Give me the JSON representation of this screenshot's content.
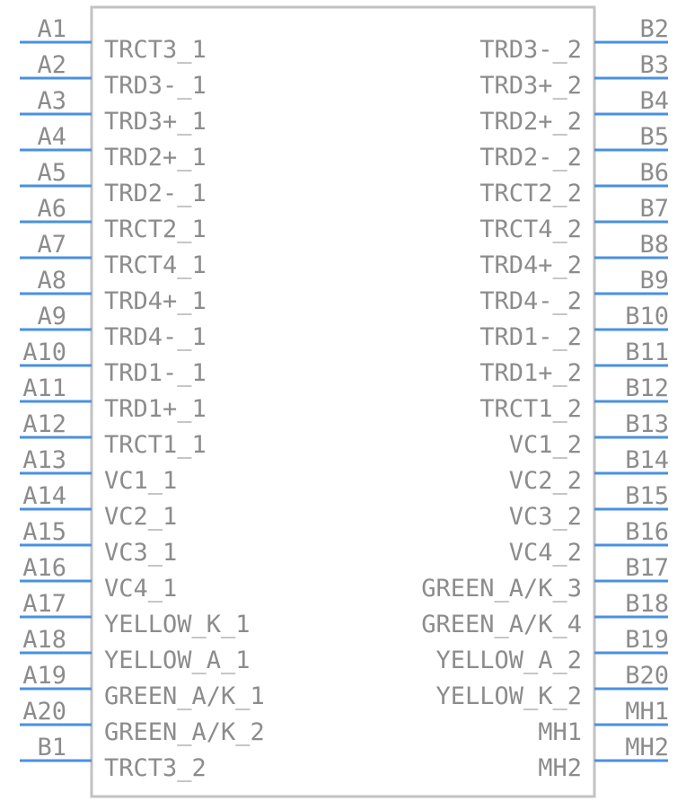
{
  "colors": {
    "body_outline": "#c2c2c2",
    "pin_line": "#4a90e2",
    "text": "#8c8c8c",
    "background": "#ffffff"
  },
  "left_pins": [
    {
      "number": "A1",
      "name": "TRCT3_1"
    },
    {
      "number": "A2",
      "name": "TRD3-_1"
    },
    {
      "number": "A3",
      "name": "TRD3+_1"
    },
    {
      "number": "A4",
      "name": "TRD2+_1"
    },
    {
      "number": "A5",
      "name": "TRD2-_1"
    },
    {
      "number": "A6",
      "name": "TRCT2_1"
    },
    {
      "number": "A7",
      "name": "TRCT4_1"
    },
    {
      "number": "A8",
      "name": "TRD4+_1"
    },
    {
      "number": "A9",
      "name": "TRD4-_1"
    },
    {
      "number": "A10",
      "name": "TRD1-_1"
    },
    {
      "number": "A11",
      "name": "TRD1+_1"
    },
    {
      "number": "A12",
      "name": "TRCT1_1"
    },
    {
      "number": "A13",
      "name": "VC1_1"
    },
    {
      "number": "A14",
      "name": "VC2_1"
    },
    {
      "number": "A15",
      "name": "VC3_1"
    },
    {
      "number": "A16",
      "name": "VC4_1"
    },
    {
      "number": "A17",
      "name": "YELLOW_K_1"
    },
    {
      "number": "A18",
      "name": "YELLOW_A_1"
    },
    {
      "number": "A19",
      "name": "GREEN_A/K_1"
    },
    {
      "number": "A20",
      "name": "GREEN_A/K_2"
    },
    {
      "number": "B1",
      "name": "TRCT3_2"
    }
  ],
  "right_pins": [
    {
      "number": "B2",
      "name": "TRD3-_2"
    },
    {
      "number": "B3",
      "name": "TRD3+_2"
    },
    {
      "number": "B4",
      "name": "TRD2+_2"
    },
    {
      "number": "B5",
      "name": "TRD2-_2"
    },
    {
      "number": "B6",
      "name": "TRCT2_2"
    },
    {
      "number": "B7",
      "name": "TRCT4_2"
    },
    {
      "number": "B8",
      "name": "TRD4+_2"
    },
    {
      "number": "B9",
      "name": "TRD4-_2"
    },
    {
      "number": "B10",
      "name": "TRD1-_2"
    },
    {
      "number": "B11",
      "name": "TRD1+_2"
    },
    {
      "number": "B12",
      "name": "TRCT1_2"
    },
    {
      "number": "B13",
      "name": "VC1_2"
    },
    {
      "number": "B14",
      "name": "VC2_2"
    },
    {
      "number": "B15",
      "name": "VC3_2"
    },
    {
      "number": "B16",
      "name": "VC4_2"
    },
    {
      "number": "B17",
      "name": "GREEN_A/K_3"
    },
    {
      "number": "B18",
      "name": "GREEN_A/K_4"
    },
    {
      "number": "B19",
      "name": "YELLOW_A_2"
    },
    {
      "number": "B20",
      "name": "YELLOW_K_2"
    },
    {
      "number": "MH1",
      "name": "MH1"
    },
    {
      "number": "MH2",
      "name": "MH2"
    }
  ]
}
